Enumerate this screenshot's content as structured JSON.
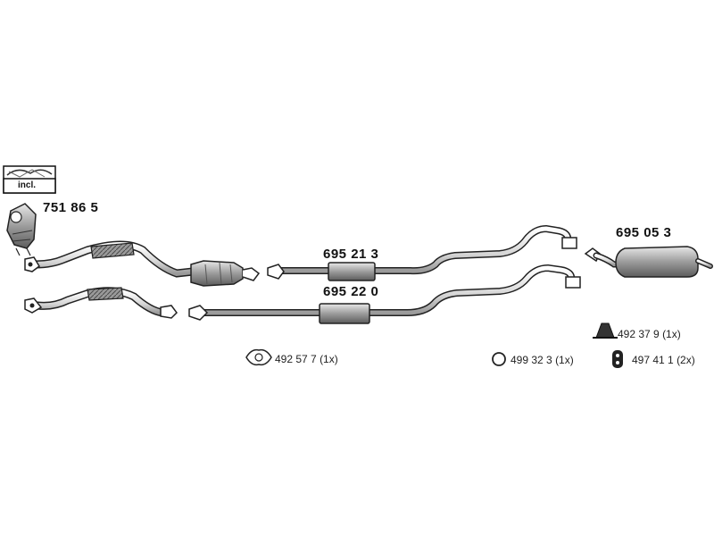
{
  "diagram": {
    "kit_label": "incl.",
    "parts": {
      "catalytic_converter": "751 86 5",
      "middle_silencer_a": "695 21 3",
      "middle_silencer_b": "695 22 0",
      "rear_silencer": "695 05 3"
    },
    "accessories": [
      {
        "number": "492 57 7",
        "qty": "(1x)",
        "icon": "gasket-icon"
      },
      {
        "number": "499 32 3",
        "qty": "(1x)",
        "icon": "ring-icon"
      },
      {
        "number": "492 37 9",
        "qty": "(1x)",
        "icon": "mount-bracket-icon"
      },
      {
        "number": "497 41 1",
        "qty": "(2x)",
        "icon": "rubber-hanger-icon"
      }
    ]
  }
}
